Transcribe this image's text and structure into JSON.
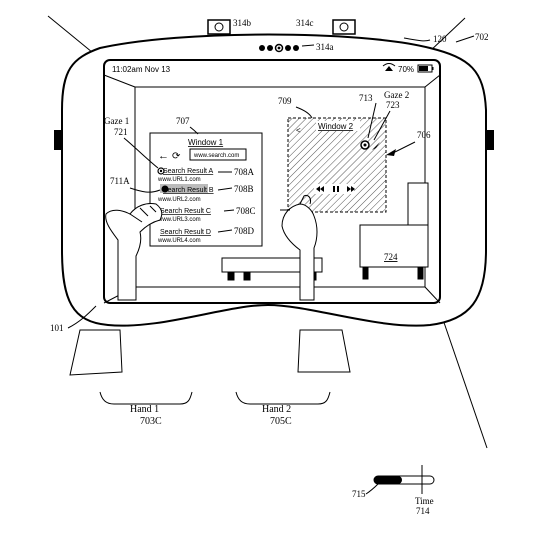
{
  "status_bar": {
    "time": "11:02am Nov 13",
    "battery": "70%"
  },
  "window1": {
    "title": "Window 1",
    "address": "www.search.com",
    "results": [
      {
        "label": "Search Result A",
        "url": "www.URL1.com",
        "ref": "708A"
      },
      {
        "label": "Search Result B",
        "url": "www.URL2.com",
        "ref": "708B"
      },
      {
        "label": "Search Result C",
        "url": "www.URL3.com",
        "ref": "708C"
      },
      {
        "label": "Search Result D",
        "url": "www.URL4.com",
        "ref": "708D"
      }
    ]
  },
  "window2": {
    "title": "Window 2"
  },
  "labels": {
    "sensor_left": "314b",
    "sensor_right": "314c",
    "indicator": "314a",
    "device": "120",
    "display": "702",
    "window1_ref": "707",
    "window2_ref": "709",
    "gaze1": "Gaze 1",
    "gaze1_ref": "721",
    "gaze2": "Gaze 2",
    "gaze2_ref": "723",
    "cursor_ref": "713",
    "arrow_ref": "706",
    "highlight_ref": "711A",
    "furniture_ref": "724",
    "headset_ref": "101",
    "hand1": "Hand 1",
    "hand1_ref": "703C",
    "hand2": "Hand 2",
    "hand2_ref": "705C",
    "timer_ref": "715",
    "time_label": "Time",
    "time_ref": "714"
  },
  "icons": [
    "back-arrow-icon",
    "refresh-icon",
    "wifi-icon",
    "battery-icon",
    "media-controls-icon",
    "gaze-target-icon"
  ]
}
